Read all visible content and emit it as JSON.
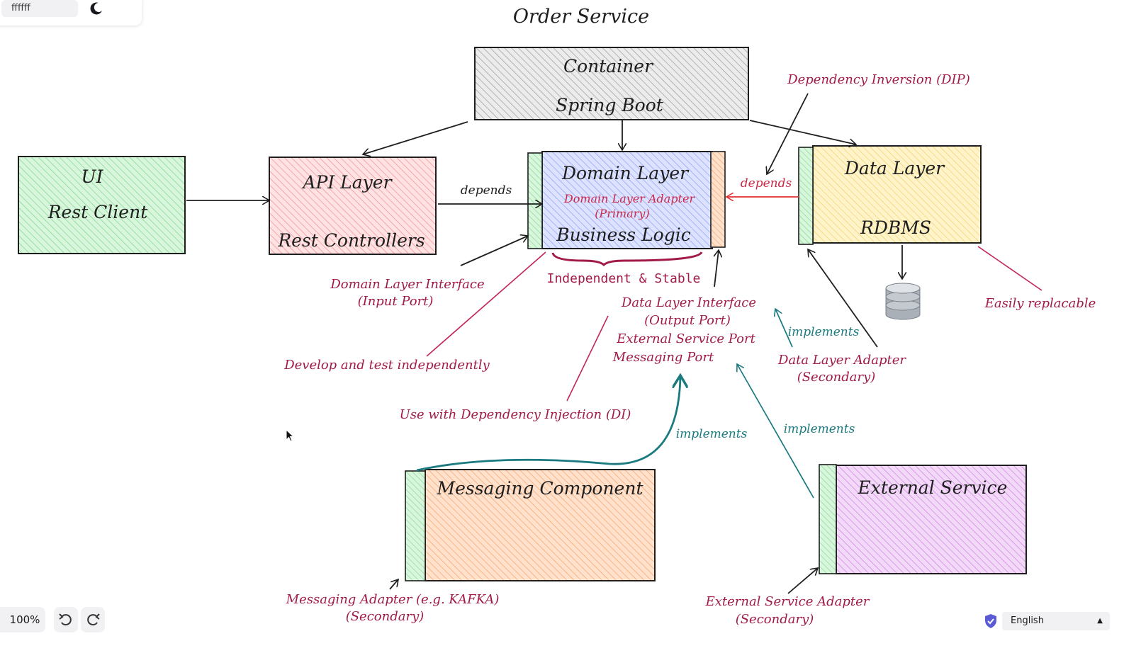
{
  "toolbar": {
    "color_value": "ffffff",
    "theme_icon": "moon-icon"
  },
  "footer": {
    "zoom": "100%",
    "undo_icon": "undo-icon",
    "redo_icon": "redo-icon",
    "language": "English"
  },
  "diagram": {
    "title": "Order Service",
    "container": {
      "line1": "Container",
      "line2": "Spring Boot"
    },
    "ui": {
      "line1": "UI",
      "line2": "Rest Client"
    },
    "api": {
      "line1": "API Layer",
      "line2": "Rest Controllers"
    },
    "domain": {
      "title": "Domain Layer",
      "adapter_line1": "Domain Layer Adapter",
      "adapter_line2": "(Primary)",
      "logic": "Business Logic"
    },
    "data": {
      "line1": "Data Layer",
      "line2": "RDBMS"
    },
    "messaging": {
      "label": "Messaging Component"
    },
    "external": {
      "label": "External Service"
    },
    "labels": {
      "depends_left": "depends",
      "depends_right": "depends",
      "dip": "Dependency Inversion (DIP)",
      "input_port_1": "Domain Layer Interface",
      "input_port_2": "(Input Port)",
      "independent": "Independent & Stable",
      "output_1": "Data Layer Interface",
      "output_2": "(Output Port)",
      "output_3": "External Service Port",
      "output_4": "Messaging Port",
      "develop": "Develop and test independently",
      "implements_1": "implements",
      "implements_2": "implements",
      "implements_3": "implements",
      "data_adapter_1": "Data Layer Adapter",
      "data_adapter_2": "(Secondary)",
      "easily": "Easily replacable",
      "di": "Use with Dependency Injection (DI)",
      "msg_adapter_1": "Messaging Adapter (e.g. KAFKA)",
      "msg_adapter_2": "(Secondary)",
      "ext_adapter_1": "External Service Adapter",
      "ext_adapter_2": "(Secondary)"
    }
  },
  "colors": {
    "ink": "#1e1e1e",
    "crimson": "#a11a4a",
    "teal": "#1a7a80",
    "container_fill": "#d7d7d7",
    "ui_fill": "#b2f2bb",
    "api_fill": "#ffc9c9",
    "domain_fill": "#bac8ff",
    "data_fill": "#ffec99",
    "messaging_fill": "#ffc59a",
    "external_fill": "#e9b3f5",
    "port_fill": "#b2f2bb",
    "secondary_port_fill": "#ffd3a8"
  }
}
